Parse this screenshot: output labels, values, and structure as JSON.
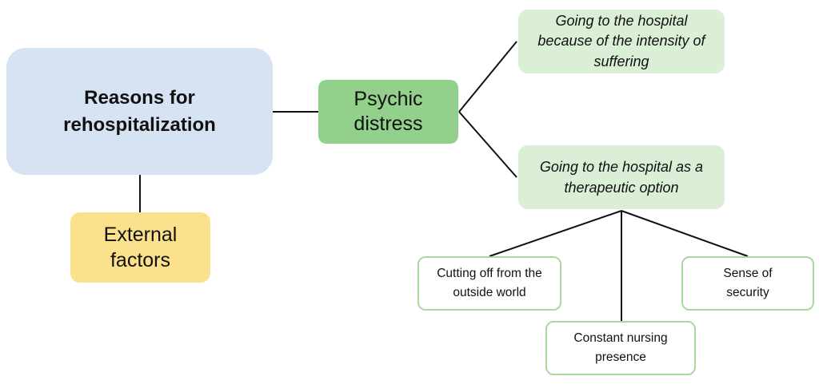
{
  "diagram": {
    "type": "concept-map",
    "nodes": {
      "root": {
        "label": "Reasons for rehospitalization",
        "color": "#d6e3f3"
      },
      "psychic_distress": {
        "label": "Psychic distress",
        "color": "#93d08c"
      },
      "external_factors": {
        "label": "External factors",
        "color": "#fce18c"
      },
      "intensity": {
        "label": "Going to the hospital because of the intensity of suffering",
        "color": "#dbefd6"
      },
      "therapeutic": {
        "label": "Going to the hospital as a therapeutic option",
        "color": "#dbefd6"
      },
      "cutting_off": {
        "label": "Cutting off from the outside world",
        "border_color": "#a9d8a0"
      },
      "nursing": {
        "label": "Constant nursing presence",
        "border_color": "#a9d8a0"
      },
      "security": {
        "label": "Sense of security",
        "border_color": "#a9d8a0"
      }
    },
    "edges": [
      [
        "root",
        "psychic_distress"
      ],
      [
        "root",
        "external_factors"
      ],
      [
        "psychic_distress",
        "intensity"
      ],
      [
        "psychic_distress",
        "therapeutic"
      ],
      [
        "therapeutic",
        "cutting_off"
      ],
      [
        "therapeutic",
        "nursing"
      ],
      [
        "therapeutic",
        "security"
      ]
    ]
  }
}
